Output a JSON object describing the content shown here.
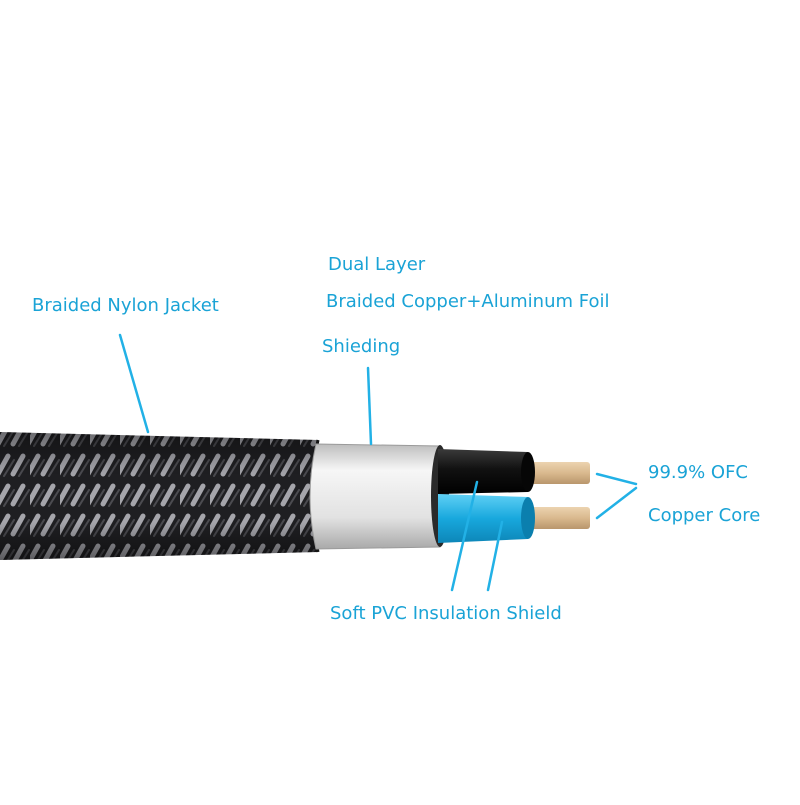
{
  "labels": {
    "jacket": "Braided Nylon Jacket",
    "shield_line1": "Dual Layer",
    "shield_line2": "Braided Copper+Aluminum Foil",
    "shield_line3": "Shieding",
    "core_line1": "99.9% OFC",
    "core_line2": "Copper Core",
    "insulation": "Soft PVC Insulation Shield"
  },
  "colors": {
    "label": "#1aa3d6",
    "leader": "#22b1e6",
    "braid_dark": "#1f1f22",
    "braid_light": "#9a9aa0",
    "foil": "#e3e3e3",
    "wire_black": "#111111",
    "wire_blue": "#18a8dd",
    "copper": "#d9b98e"
  }
}
